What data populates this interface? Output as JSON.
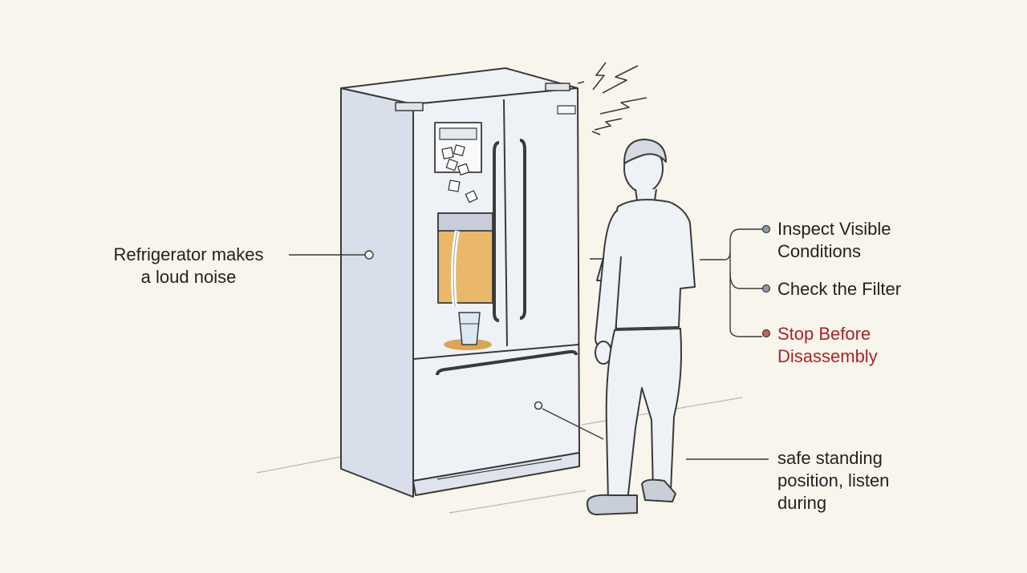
{
  "colors": {
    "background": "#f8f5ec",
    "ink": "#3a3a3a",
    "text": "#222222",
    "warning": "#a8232a",
    "fridge_body": "#e7ecf3",
    "amber_light": "#e9b86a"
  },
  "labels": {
    "noise": {
      "line1": "Refrigerator makes",
      "line2": "a loud noise"
    },
    "steps": [
      {
        "line1": "Inspect Visible",
        "line2": "Conditions"
      },
      {
        "line1": "Check the Filter"
      },
      {
        "line1": "Stop Before",
        "line2": "Disassembly",
        "color": "#a8232a"
      }
    ],
    "safe": {
      "line1": "safe standing",
      "line2": "position, listen",
      "line3": "during"
    }
  },
  "icons": [
    "refrigerator-illustration",
    "person-illustration",
    "noise-lightning-icon",
    "water-glass-icon",
    "ice-cube-icon"
  ]
}
